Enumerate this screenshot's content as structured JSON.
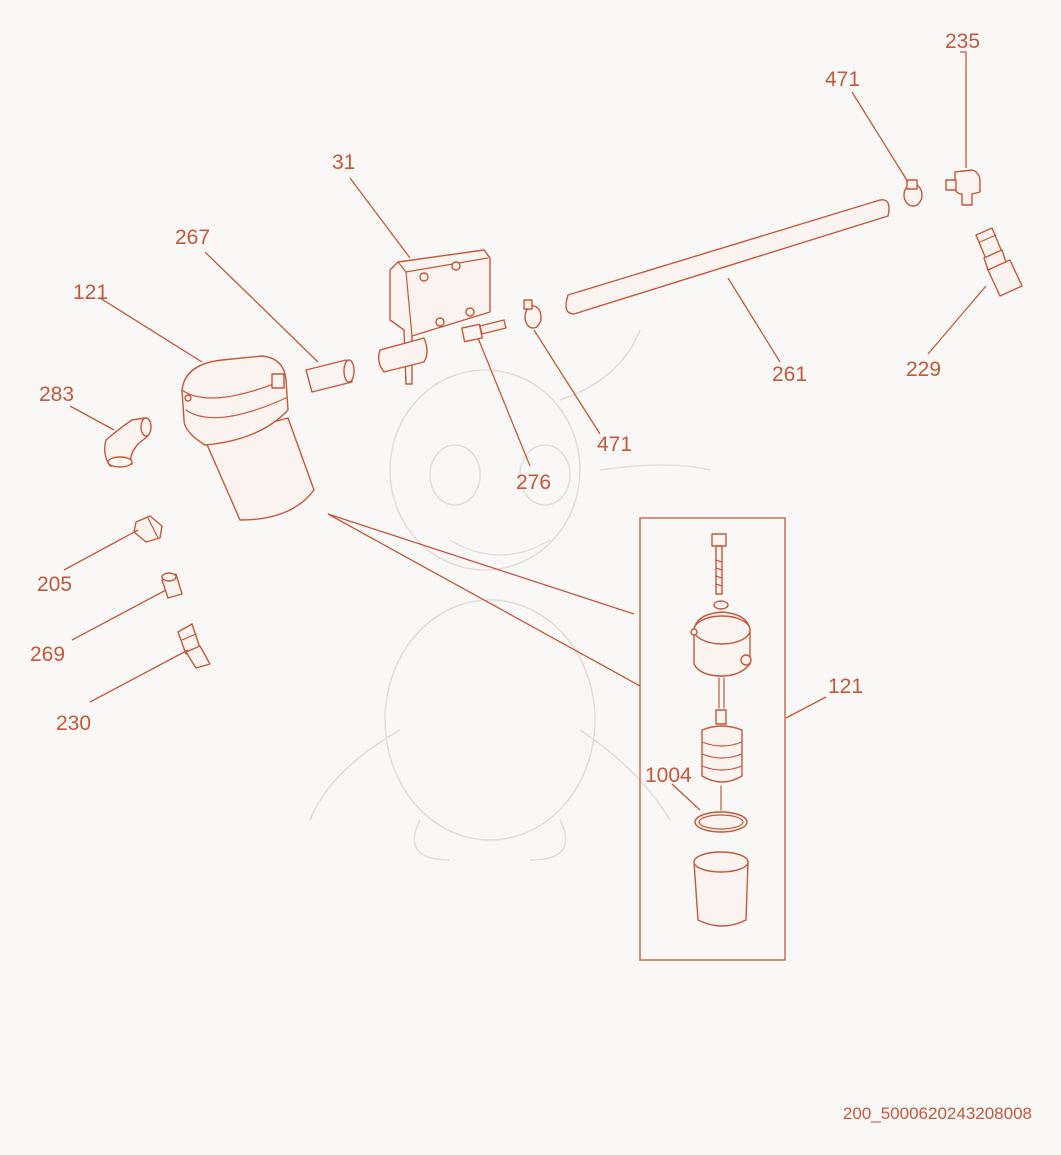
{
  "diagram": {
    "labels": {
      "l235": "235",
      "l471a": "471",
      "l31": "31",
      "l267": "267",
      "l121a": "121",
      "l283": "283",
      "l276": "276",
      "l471b": "471",
      "l261": "261",
      "l229": "229",
      "l205": "205",
      "l269": "269",
      "l230": "230",
      "l121b": "121",
      "l1004": "1004"
    },
    "drawing_code": "200_5000620243208008",
    "colors": {
      "accent": "#c2593a",
      "background": "#faf8f7",
      "watermark": "#e4dedb"
    }
  }
}
